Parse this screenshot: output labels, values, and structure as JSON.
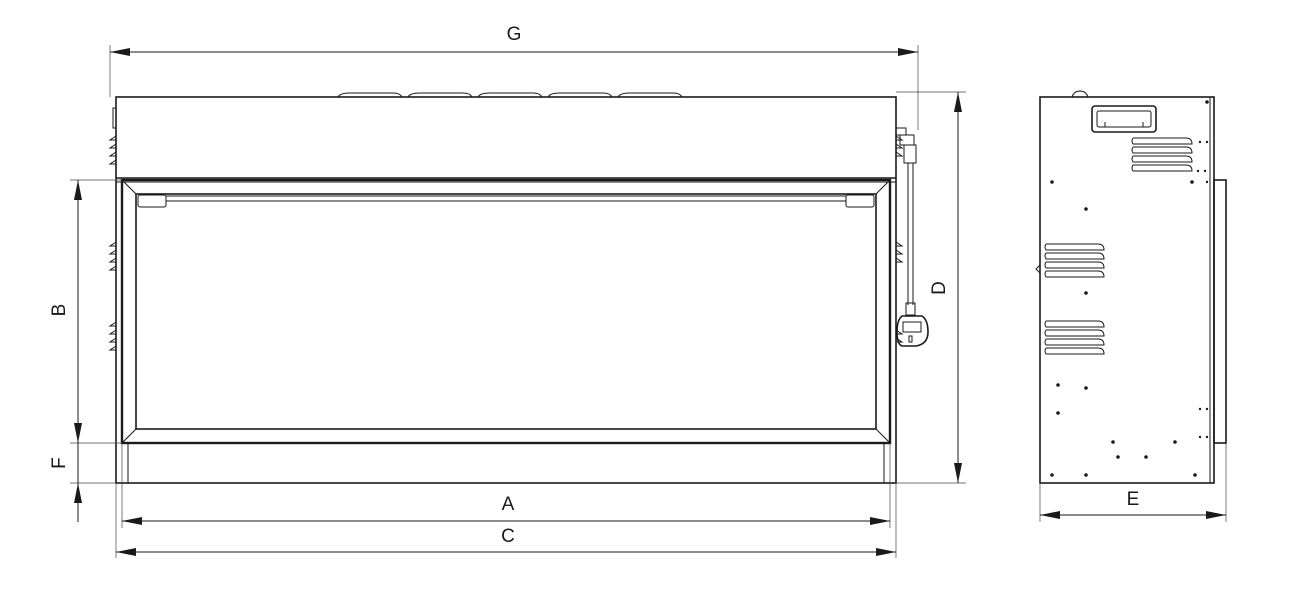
{
  "dimensions": {
    "overall_width_with_cable": "G",
    "opening_height": "B",
    "overall_height": "D",
    "base_height": "F",
    "opening_width": "A",
    "overall_width": "C",
    "depth": "E"
  }
}
